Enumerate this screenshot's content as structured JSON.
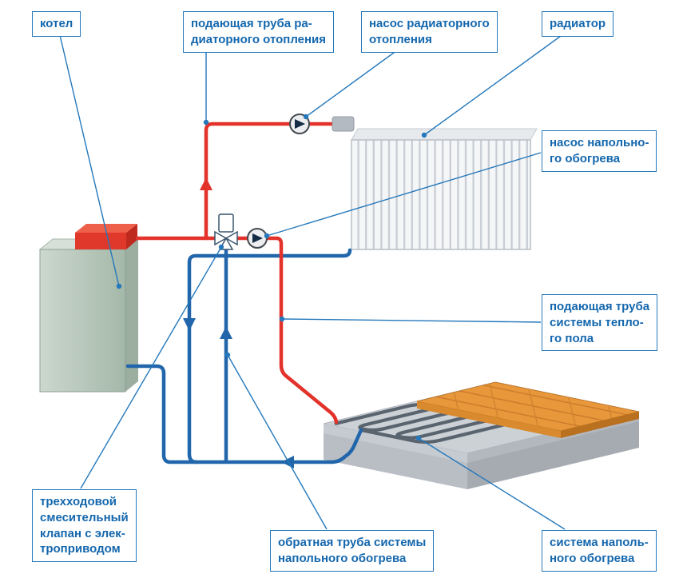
{
  "colors": {
    "pipe_supply": "#e2322a",
    "pipe_return": "#2166ab",
    "label_blue": "#1467ad",
    "label_border": "#2478bb"
  },
  "labels": {
    "boiler": {
      "lines": [
        "котел"
      ]
    },
    "radiator_supply_pipe": {
      "lines": [
        "подающая труба ра-",
        "диаторного отопления"
      ]
    },
    "radiator_pump": {
      "lines": [
        "насос радиаторного",
        "отопления"
      ]
    },
    "radiator": {
      "lines": [
        "радиатор"
      ]
    },
    "floor_pump": {
      "lines": [
        "насос напольно-",
        "го обогрева"
      ]
    },
    "floor_supply_pipe": {
      "lines": [
        "подающая труба",
        "системы тепло-",
        "го пола"
      ]
    },
    "mixing_valve": {
      "lines": [
        "трехходовой",
        "смесительный",
        "клапан с элек-",
        "троприводом"
      ]
    },
    "floor_return_pipe": {
      "lines": [
        "обратная труба системы",
        "напольного обогрева"
      ]
    },
    "floor_system": {
      "lines": [
        "система наполь-",
        "ного обогрева"
      ]
    }
  }
}
